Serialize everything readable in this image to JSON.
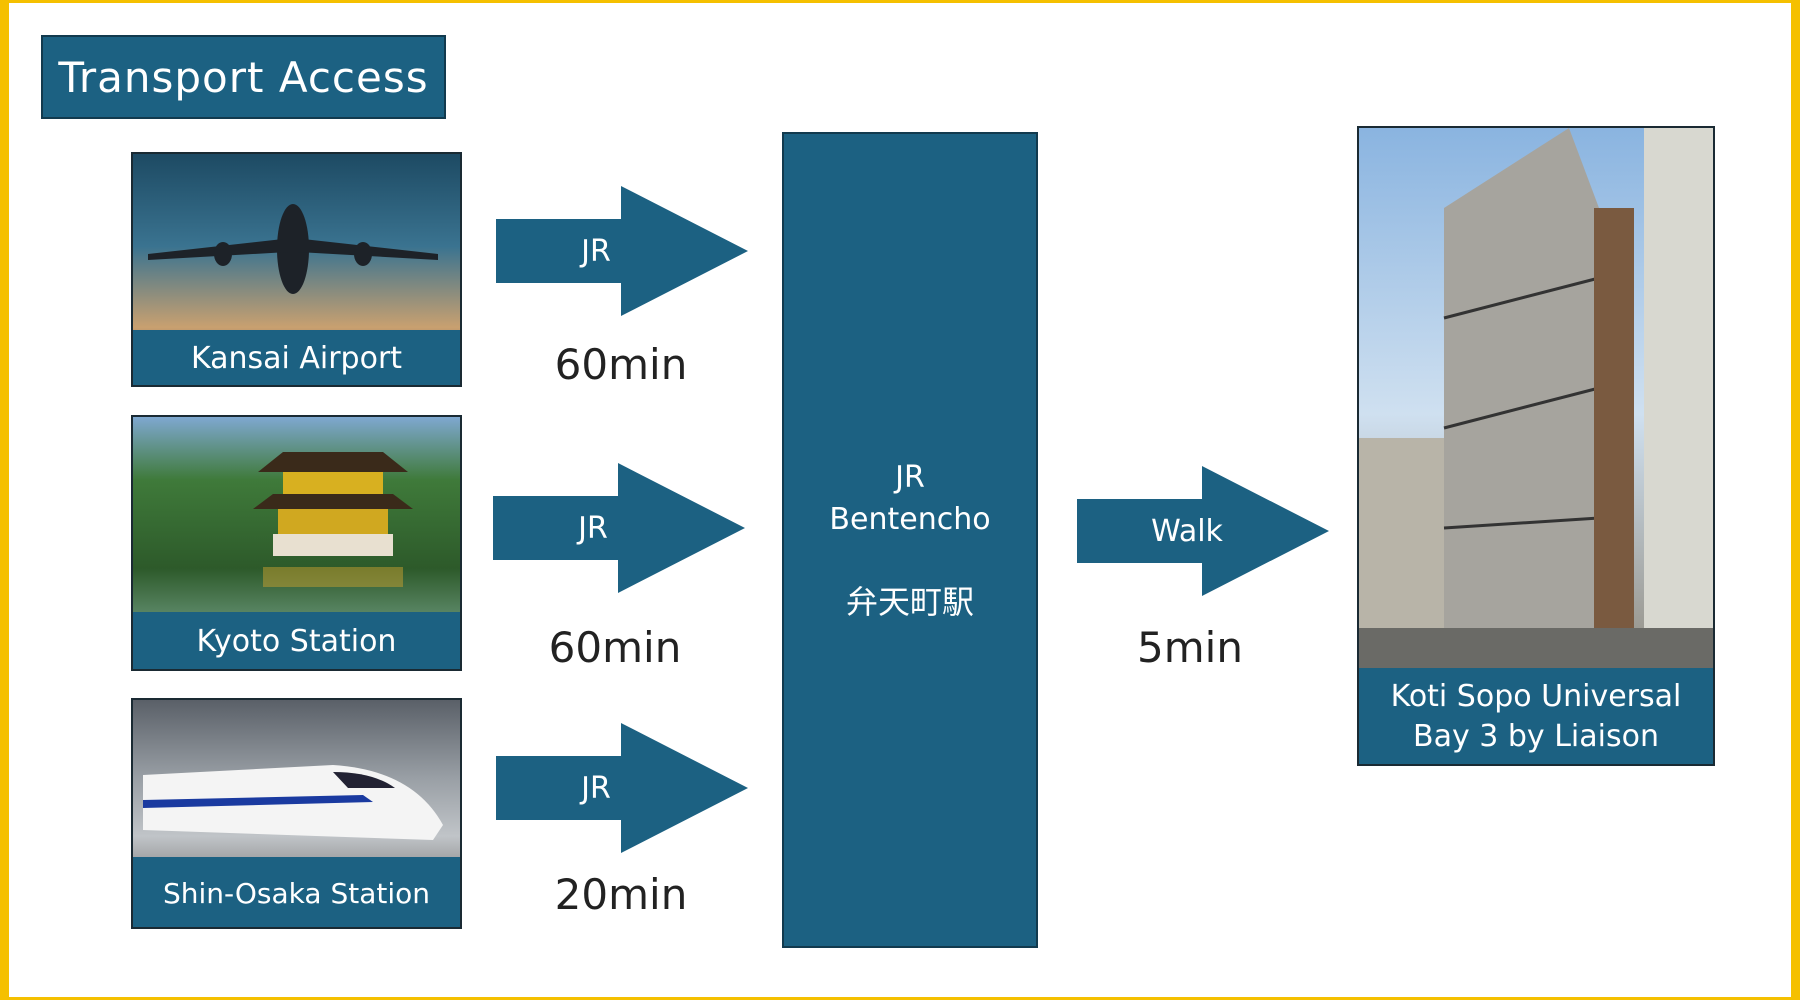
{
  "title": "Transport Access",
  "origins": [
    {
      "label": "Kansai Airport",
      "image": "airplane-photo",
      "mode": "JR",
      "time": "60min"
    },
    {
      "label": "Kyoto Station",
      "image": "golden-pavilion-photo",
      "mode": "JR",
      "time": "60min"
    },
    {
      "label": "Shin-Osaka Station",
      "image": "shinkansen-photo",
      "mode": "JR",
      "time": "20min"
    }
  ],
  "hub": {
    "line1": "JR",
    "line2": "Bentencho",
    "line3": "弁天町駅"
  },
  "walk": {
    "mode": "Walk",
    "time": "5min"
  },
  "destination": {
    "line1": "Koti Sopo Universal",
    "line2": "Bay 3 by Liaison",
    "image": "building-photo"
  },
  "colors": {
    "primary": "#1c6182",
    "frame": "#f5c000"
  }
}
